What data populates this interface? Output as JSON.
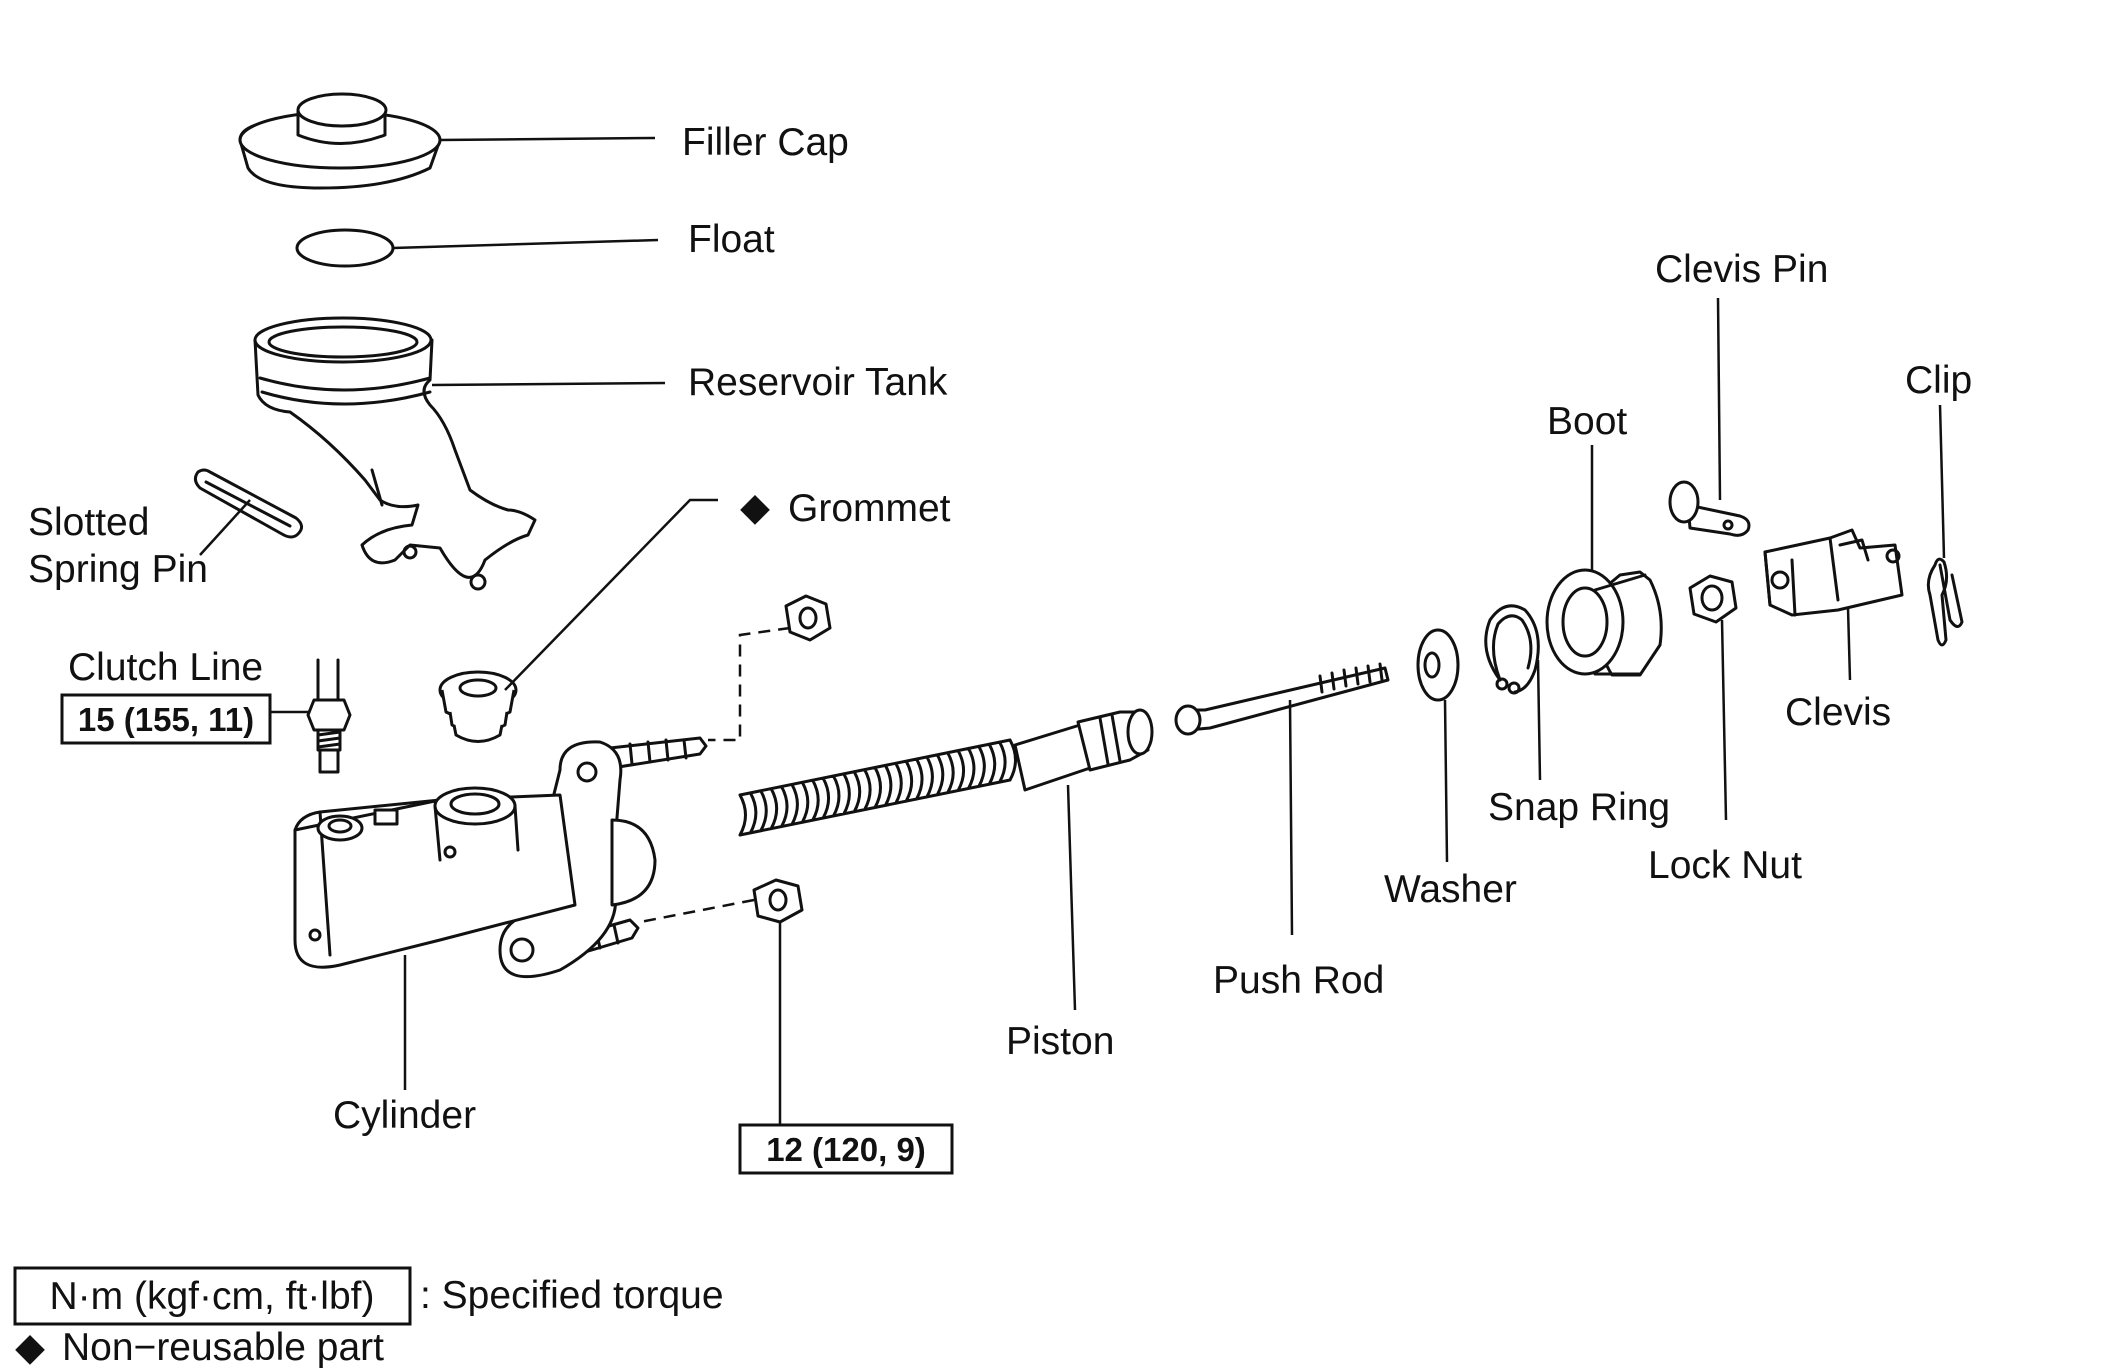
{
  "labels": {
    "filler_cap": "Filler Cap",
    "float": "Float",
    "reservoir_tank": "Reservoir Tank",
    "slotted_line1": "Slotted",
    "slotted_line2": "Spring Pin",
    "grommet": "Grommet",
    "clutch_line": "Clutch Line",
    "cylinder": "Cylinder",
    "piston": "Piston",
    "push_rod": "Push Rod",
    "washer": "Washer",
    "snap_ring": "Snap Ring",
    "boot": "Boot",
    "lock_nut": "Lock Nut",
    "clevis_pin": "Clevis Pin",
    "clevis": "Clevis",
    "clip": "Clip"
  },
  "non_reusable_marker": "◆",
  "torques": {
    "clutch_line": "15 (155, 11)",
    "cylinder_nuts": "12 (120, 9)"
  },
  "legend": {
    "torque_units": "N·m (kgf·cm, ft·lbf)",
    "torque_desc": ": Specified torque",
    "nonreusable_marker": "◆",
    "nonreusable_desc": "Non−reusable part"
  }
}
